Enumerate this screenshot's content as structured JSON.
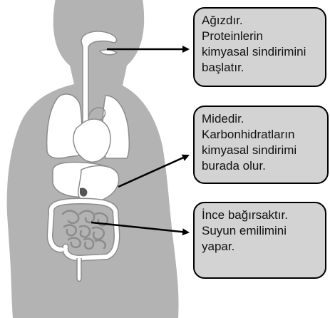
{
  "colors": {
    "body": "#b3b3b3",
    "organ_fill": "#ffffff",
    "organ_stroke": "#8c8c8c",
    "callout_fill": "#d3d3d3",
    "callout_border": "#000000",
    "arrow": "#000000"
  },
  "callouts": {
    "mouth": {
      "lines": [
        "Ağızdır.",
        "Proteinlerin",
        "kimyasal sindirimini",
        "başlatır."
      ]
    },
    "stomach": {
      "lines": [
        "Midedir.",
        "Karbonhidratların",
        "kimyasal sindirimi",
        "burada olur."
      ]
    },
    "intestine": {
      "lines": [
        "İnce bağırsaktır.",
        "Suyun emilimini",
        "yapar."
      ]
    }
  }
}
